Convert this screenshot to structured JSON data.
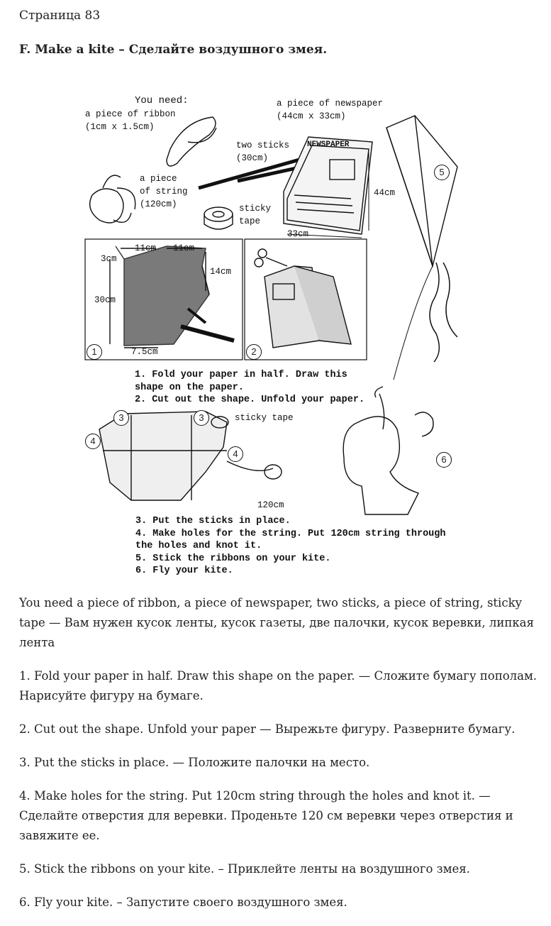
{
  "page_label": "Страница 83",
  "heading": "F. Make a kite – Сделайте воздушного змея.",
  "illustration": {
    "you_need": "You need:",
    "ribbon": "a piece of ribbon\n(1cm x 1.5cm)",
    "newspaper": "a piece of newspaper\n(44cm x 33cm)",
    "sticks": "two sticks\n(30cm)",
    "string": "a piece\nof string\n(120cm)",
    "tape": "sticky\ntape",
    "newspaper_title": "NEWSPAPER",
    "dim_44": "44cm",
    "dim_33": "33cm",
    "dim_11a": "11cm",
    "dim_11b": "11cm",
    "dim_3": "3cm",
    "dim_14": "14cm",
    "dim_30": "30cm",
    "dim_7_5": "7.5cm",
    "sticky_tape_label": "sticky tape",
    "dim_120": "120cm",
    "steps_top": "1. Fold your paper in half. Draw this\nshape on the paper.\n2. Cut out the shape. Unfold your paper.",
    "steps_bottom": "3. Put the sticks in place.\n4. Make holes for the string. Put 120cm string through\nthe holes and knot it.\n5. Stick the ribbons on your kite.\n6. Fly your kite.",
    "n1": "1",
    "n2": "2",
    "n3a": "3",
    "n3b": "3",
    "n4a": "4",
    "n4b": "4",
    "n5": "5",
    "n6": "6"
  },
  "paragraphs": [
    "You need a piece of ribbon, a piece of newspaper, two sticks, a piece of string, sticky tape — Вам нужен кусок ленты, кусок газеты, две палочки, кусок веревки, липкая лента",
    "1. Fold your paper in half. Draw this shape on the paper. — Сложите бумагу пополам. Нарисуйте фигуру на бумаге.",
    "2. Cut out the shape. Unfold your paper — Вырежьте фигуру. Разверните бумагу.",
    "3. Put the sticks in place. — Положите палочки на место.",
    "4. Make holes for the string. Put 120cm string through the holes and knot it. — Сделайте отверстия для веревки. Проденьте 120 см веревки через отверстия и завяжите ее.",
    "5. Stick the ribbons on your kite. – Приклейте ленты на воздушного змея.",
    "6. Fly your kite. – Запустите своего воздушного змея."
  ]
}
